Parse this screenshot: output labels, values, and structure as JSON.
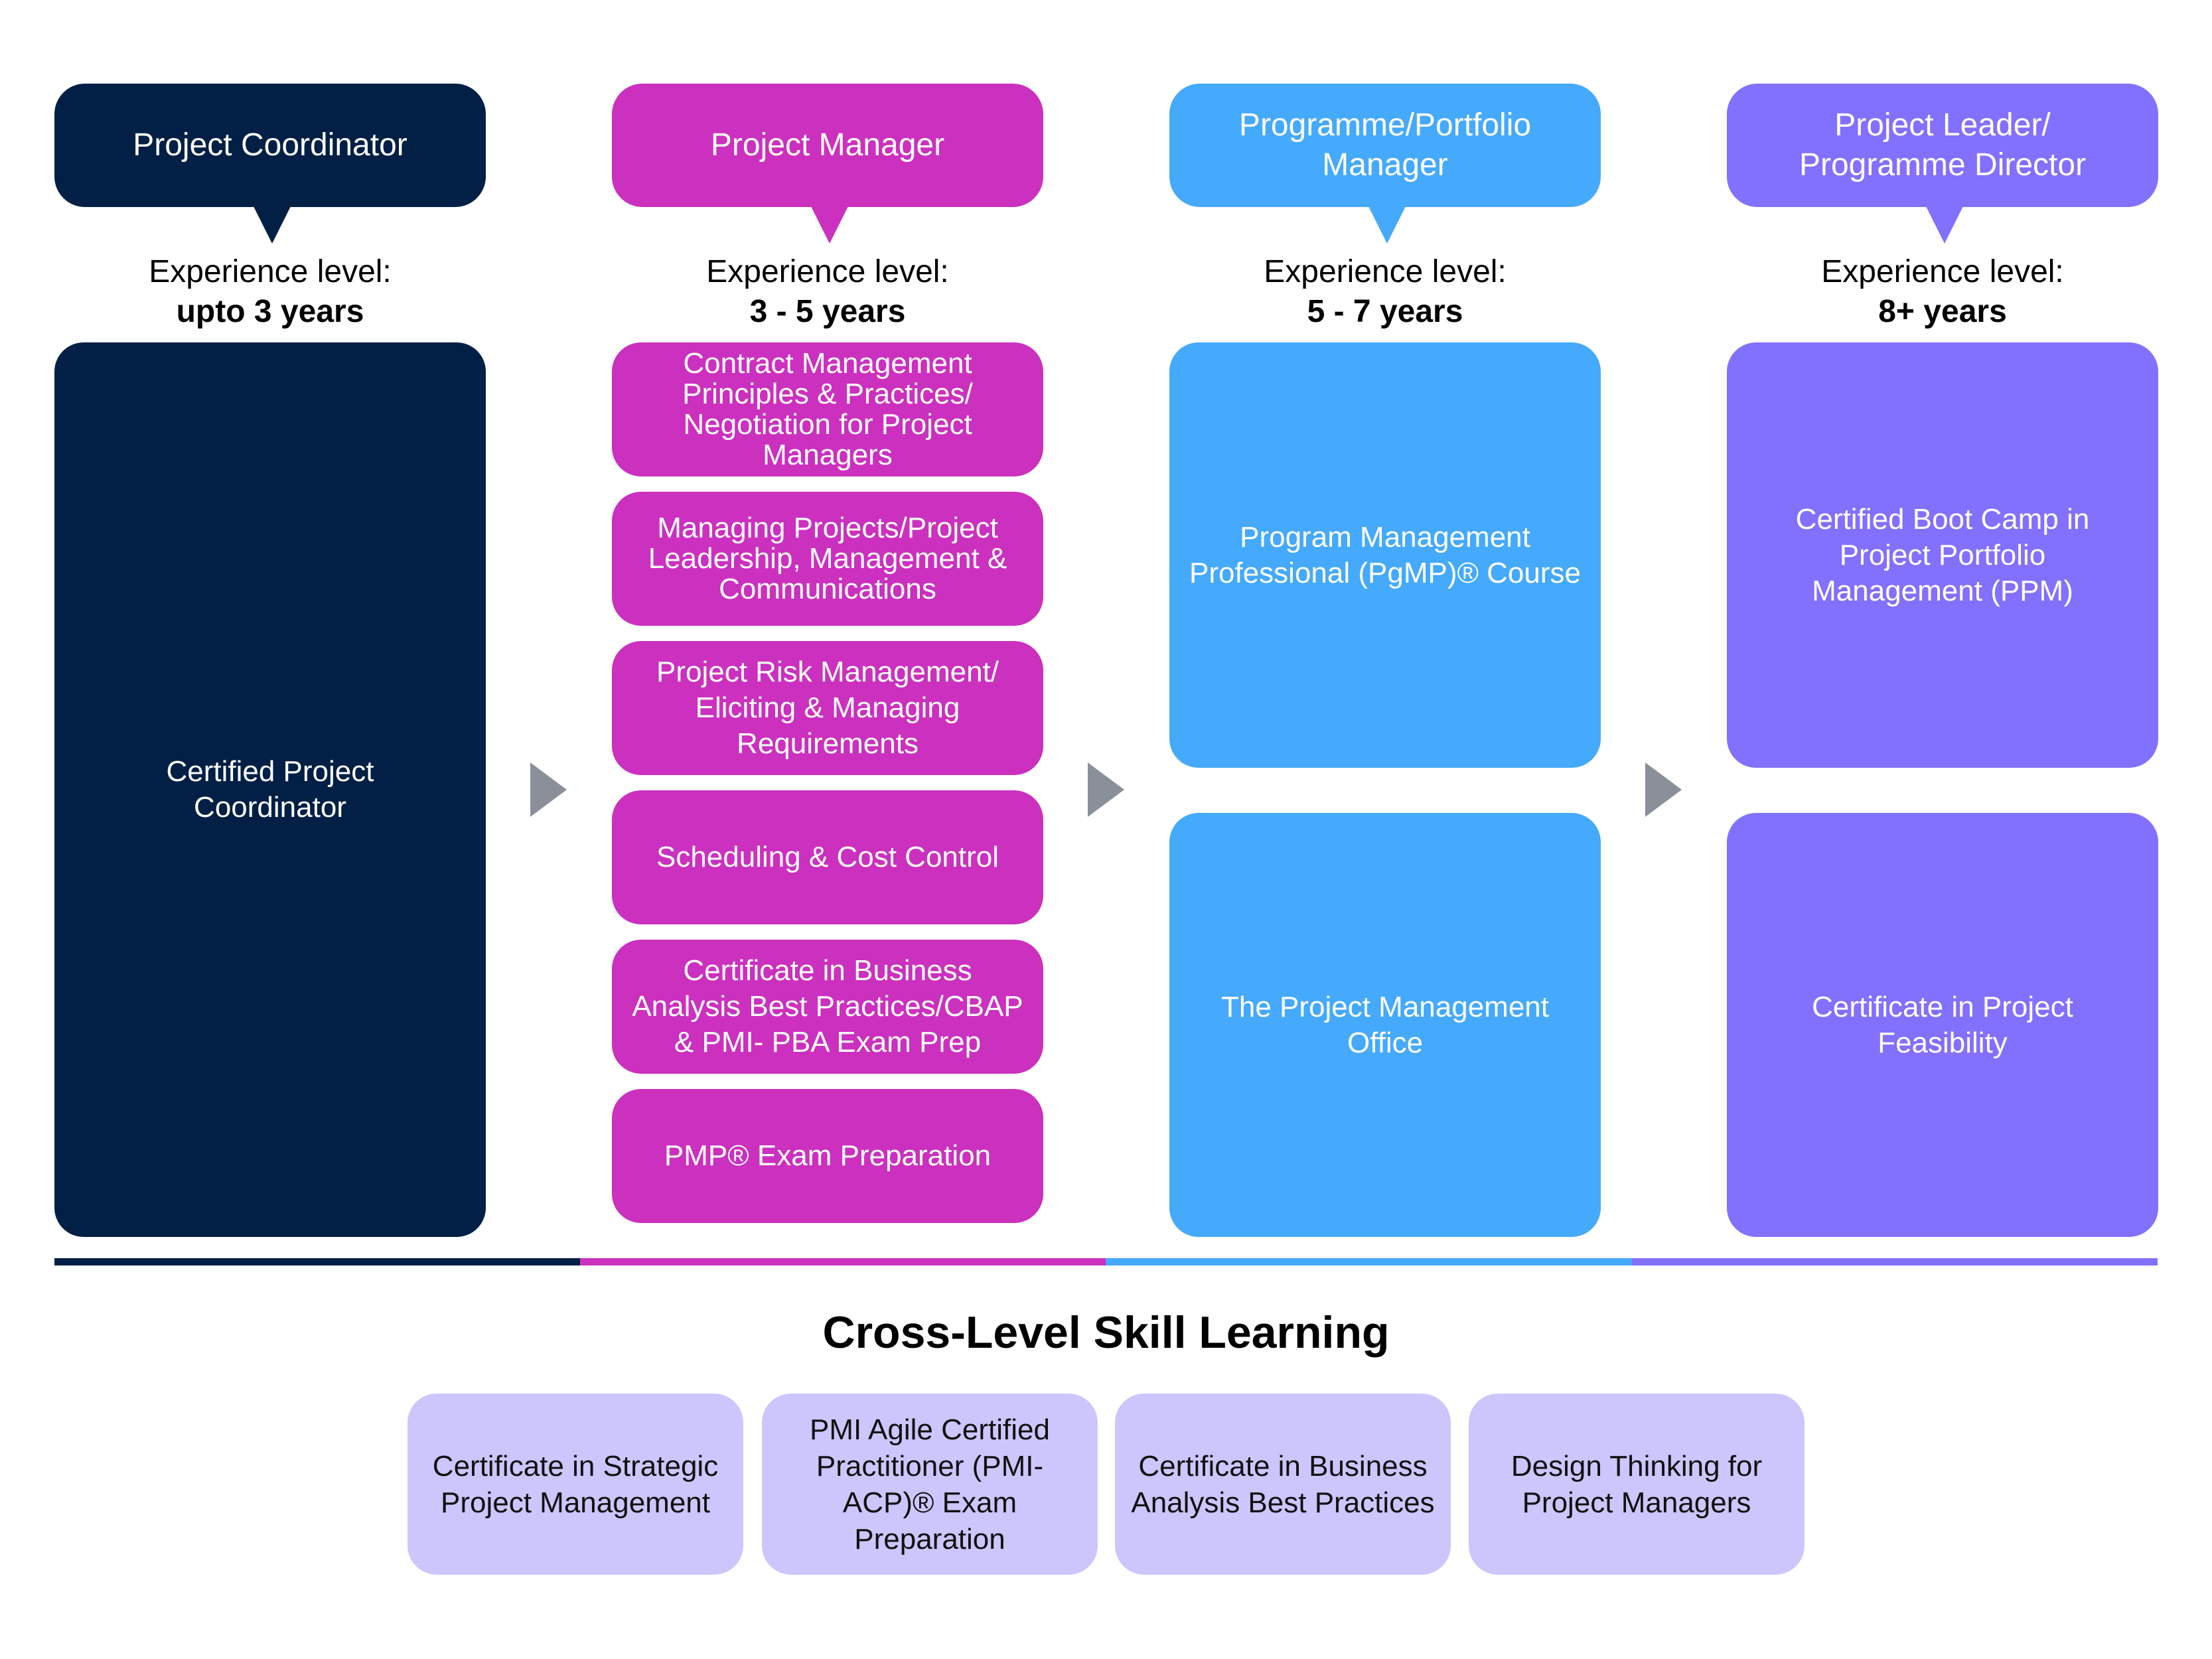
{
  "colors": {
    "coordinator": "#021f45",
    "manager": "#cb30bf",
    "programme": "#45a9fc",
    "leader": "#8270fe",
    "cross": "#ccc6fc",
    "arrow": "#8a8f99"
  },
  "columns": [
    {
      "role": "Project Coordinator",
      "experience_label": "Experience level:",
      "experience_value": "upto 3 years",
      "courses": [
        "Certified Project Coordinator"
      ]
    },
    {
      "role": "Project Manager",
      "experience_label": "Experience level:",
      "experience_value": "3 - 5 years",
      "courses": [
        "Contract Management Principles & Practices/ Negotiation for Project Managers",
        "Managing Projects/Project Leadership, Management & Communications",
        "Project Risk Management/ Eliciting & Managing Requirements",
        "Scheduling & Cost Control",
        "Certificate in Business Analysis Best Practices/CBAP & PMI- PBA Exam Prep",
        "PMP® Exam Preparation"
      ]
    },
    {
      "role": "Programme/Portfolio Manager",
      "experience_label": "Experience level:",
      "experience_value": "5 - 7 years",
      "courses": [
        "Program Management Professional (PgMP)® Course",
        "The Project Management Office"
      ]
    },
    {
      "role": "Project Leader/ Programme Director",
      "experience_label": "Experience level:",
      "experience_value": "8+ years",
      "courses": [
        "Certified Boot Camp in Project Portfolio Management (PPM)",
        "Certificate in Project Feasibility"
      ]
    }
  ],
  "arrows": [
    "arrow-right-icon",
    "arrow-right-icon",
    "arrow-right-icon"
  ],
  "cross_level": {
    "title": "Cross-Level Skill Learning",
    "courses": [
      "Certificate in Strategic Project Management",
      "PMI Agile Certified Practitioner (PMI-ACP)® Exam Preparation",
      "Certificate in Business Analysis Best Practices",
      "Design Thinking for Project Managers"
    ]
  }
}
